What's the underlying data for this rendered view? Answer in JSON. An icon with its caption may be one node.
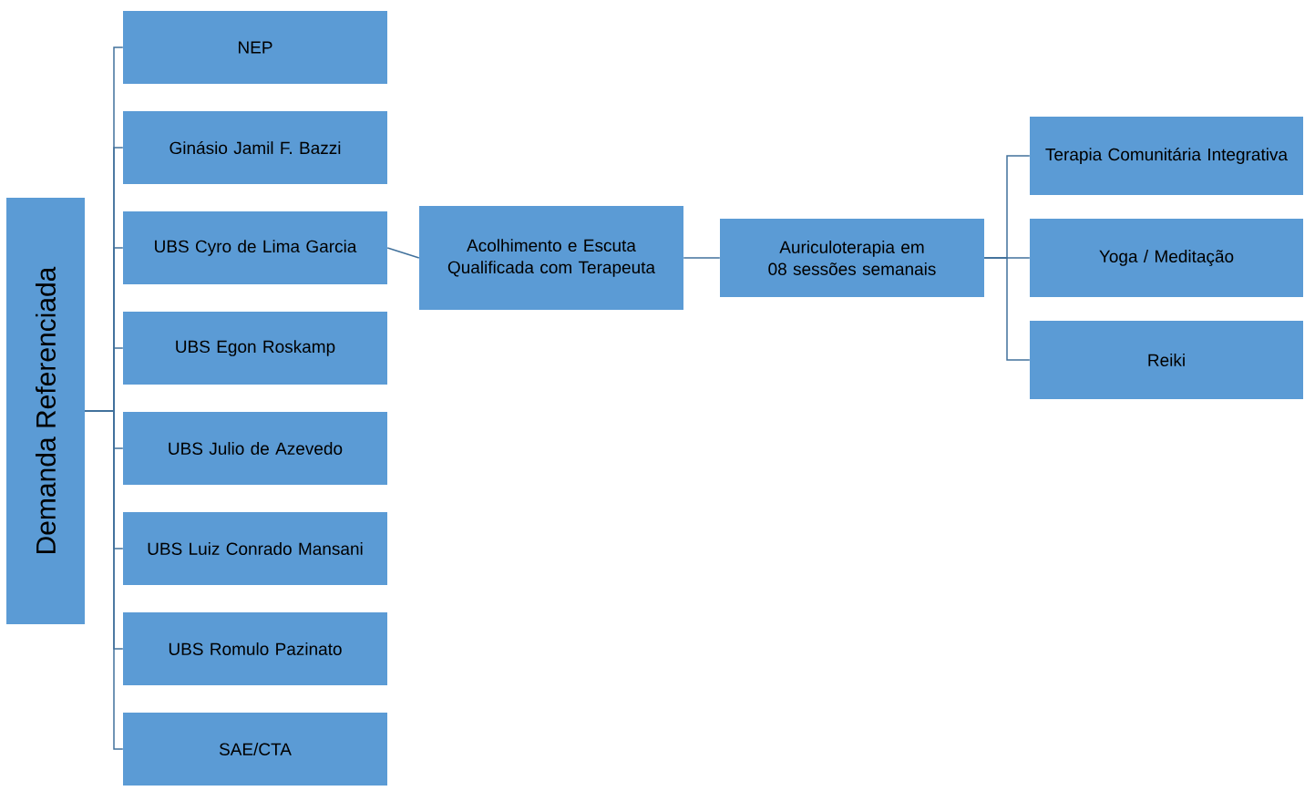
{
  "diagram": {
    "nodes": [
      {
        "text": [
          "Demanda Referenciada"
        ]
      },
      {
        "text": [
          "NEP"
        ]
      },
      {
        "text": [
          "Ginásio Jamil F. Bazzi"
        ]
      },
      {
        "text": [
          "UBS Cyro de Lima Garcia"
        ]
      },
      {
        "text": [
          "UBS Egon Roskamp"
        ]
      },
      {
        "text": [
          "UBS Julio de Azevedo"
        ]
      },
      {
        "text": [
          "UBS Luiz Conrado Mansani"
        ]
      },
      {
        "text": [
          "UBS Romulo Pazinato"
        ]
      },
      {
        "text": [
          "SAE/CTA"
        ]
      },
      {
        "text": [
          "Acolhimento e Escuta Qualificada com Terapeuta"
        ]
      },
      {
        "text": [
          "Auriculoterapia em 08 sessões semanais"
        ]
      },
      {
        "text": [
          "Terapia Comunitária Integrativa"
        ]
      },
      {
        "text": [
          "Yoga / Meditação"
        ]
      },
      {
        "text": [
          "Reiki"
        ]
      }
    ],
    "edges": [
      {
        "from": 0,
        "to": 1,
        "arrow": "none"
      },
      {
        "from": 0,
        "to": 2,
        "arrow": "none"
      },
      {
        "from": 0,
        "to": 3,
        "arrow": "none"
      },
      {
        "from": 0,
        "to": 4,
        "arrow": "none"
      },
      {
        "from": 0,
        "to": 5,
        "arrow": "none"
      },
      {
        "from": 0,
        "to": 6,
        "arrow": "none"
      },
      {
        "from": 0,
        "to": 7,
        "arrow": "none"
      },
      {
        "from": 0,
        "to": 8,
        "arrow": "none"
      },
      {
        "from": 3,
        "to": 9,
        "arrow": "none"
      },
      {
        "from": 9,
        "to": 10,
        "arrow": "none"
      },
      {
        "from": 10,
        "to": 11,
        "arrow": "none"
      },
      {
        "from": 10,
        "to": 12,
        "arrow": "none"
      },
      {
        "from": 10,
        "to": 13,
        "arrow": "none"
      }
    ]
  }
}
